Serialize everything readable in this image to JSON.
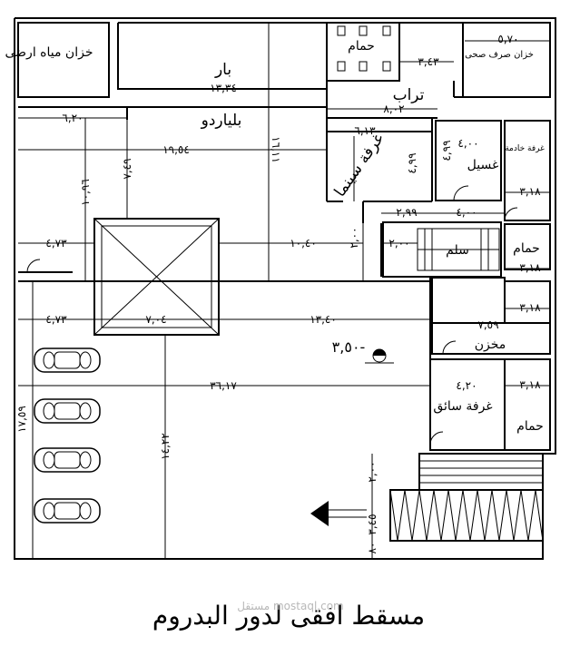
{
  "title": "مسقط افقى لدور البدروم",
  "watermark": "مستقل mostaql.com",
  "rooms": {
    "water_tank": "خزان مياه ارضى",
    "bar": "بار",
    "billiards": "بلياردو",
    "bathroom_top": "حمام",
    "dust": "تراب",
    "sewage_tank": "خزان صرف صحى",
    "cinema": "غرفة سينما",
    "laundry": "غسيل",
    "maid_room": "غرفة خادمة",
    "stairs": "سلم",
    "bathroom_mid": "حمام",
    "storage": "مخزن",
    "driver_room": "غرفة سائق",
    "bathroom_bottom": "حمام"
  },
  "dimensions": {
    "d_570": "٥,٧٠",
    "d_343": "٣,٤٣",
    "d_1334": "١٣,٣٤",
    "d_802": "٨,٠٢",
    "d_620": "٦,٢٠",
    "d_1954": "١٩,٥٤",
    "d_1611": "١٦,١١",
    "d_749": "٧,٤٩",
    "d_1096": "١٠,٩٦",
    "d_613": "٦,١٣",
    "d_499a": "٤,٩٩",
    "d_499b": "٤,٩٩",
    "d_400a": "٤,٠٠",
    "d_400b": "٤,٠٠",
    "d_318a": "٣,١٨",
    "d_318b": "٣,١٨",
    "d_318c": "٣,١٨",
    "d_318d": "٣,١٨",
    "d_299": "٢,٩٩",
    "d_473a": "٤,٧٣",
    "d_473b": "٤,٧٣",
    "d_1040": "١٠,٤٠",
    "d_200a": "٢,٠٠",
    "d_200b": "٢,٠٠",
    "d_704": "٧,٠٤",
    "d_1340": "١٣,٤٠",
    "d_759": "٧,٥٩",
    "d_3617": "٣٦,١٧",
    "d_1759": "١٧,٥٩",
    "d_1422": "١٤,٢٢",
    "d_420": "٤,٢٠",
    "d_350": "٣,٥٠",
    "d_345": "٣,٤٥",
    "d_2a": "٢,٠٠",
    "d_80": "٨٠"
  },
  "level_mark": "٣,٥٠-"
}
